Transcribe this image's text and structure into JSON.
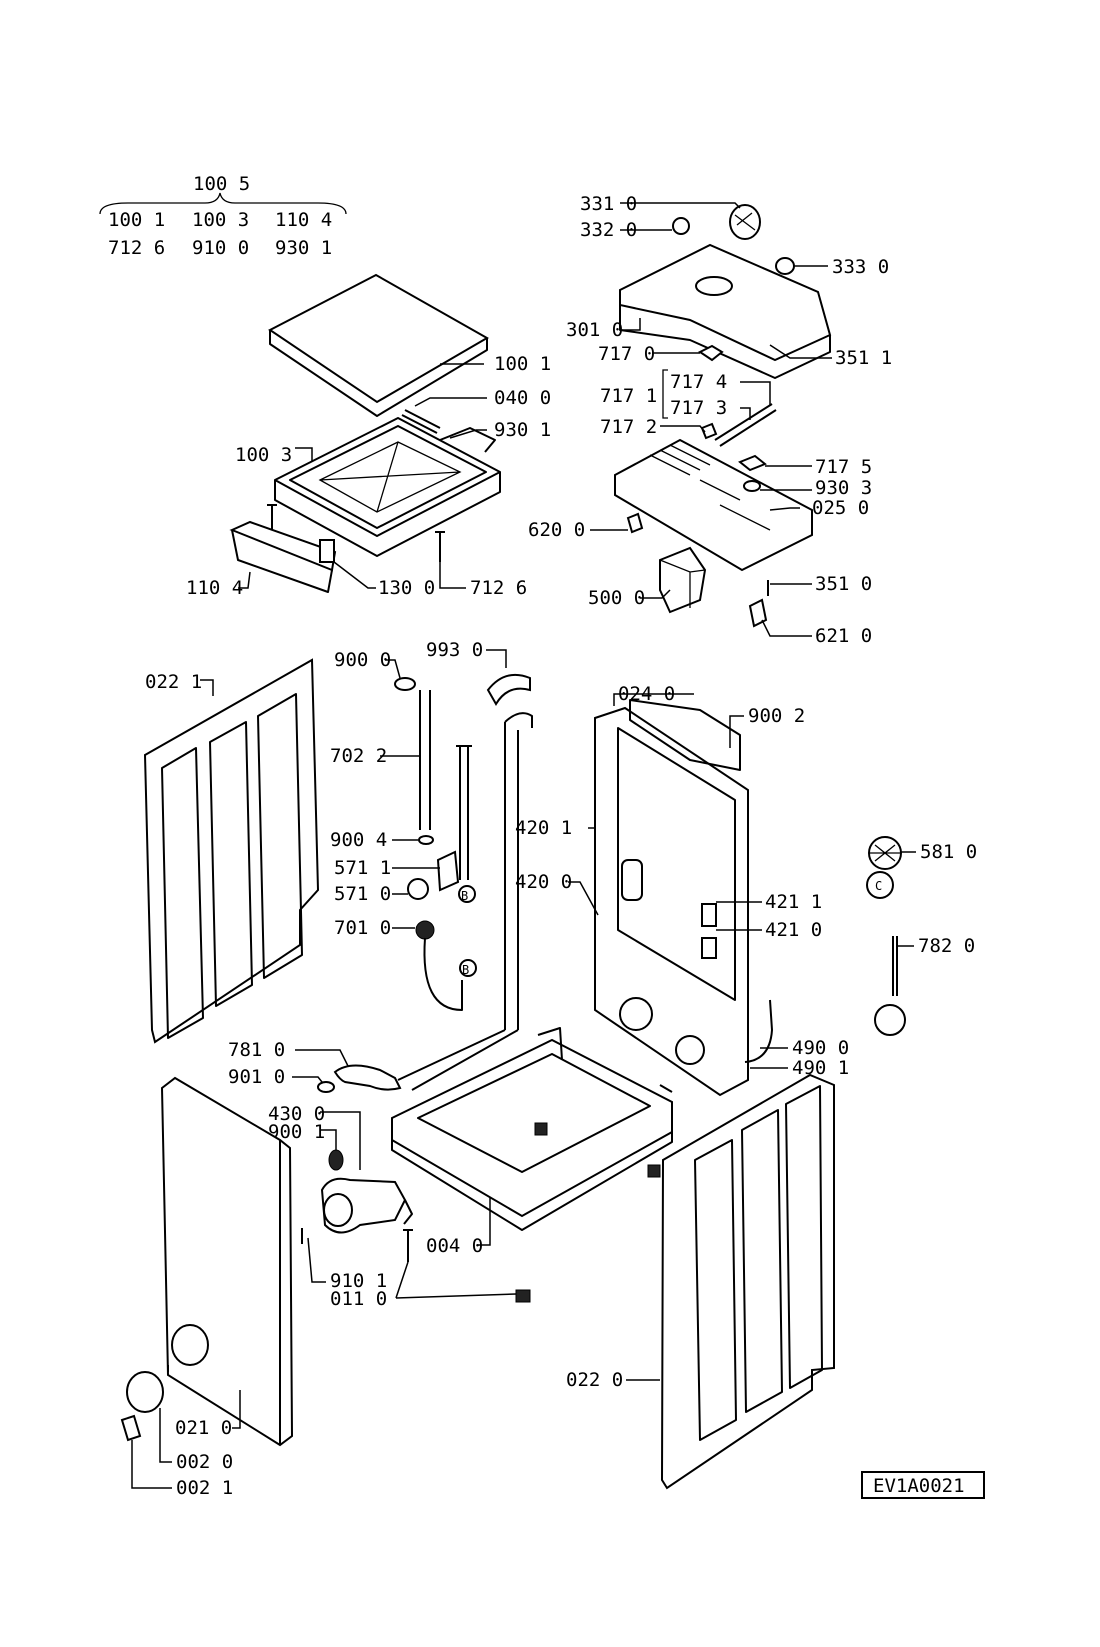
{
  "header_group": {
    "top": "100 5",
    "row1": [
      "100 1",
      "100 3",
      "110 4"
    ],
    "row2": [
      "712 6",
      "910 0",
      "930 1"
    ]
  },
  "labels": {
    "p331_0": "331 0",
    "p332_0": "332 0",
    "p333_0": "333 0",
    "p301_0": "301 0",
    "p351_1": "351 1",
    "p717_0": "717 0",
    "p717_1": "717 1",
    "p717_4": "717 4",
    "p717_3": "717 3",
    "p717_2": "717 2",
    "p717_5": "717 5",
    "p930_3": "930 3",
    "p025_0": "025 0",
    "p620_0": "620 0",
    "p500_0": "500 0",
    "p351_0": "351 0",
    "p621_0": "621 0",
    "p100_1": "100 1",
    "p040_0": "040 0",
    "p930_1": "930 1",
    "p100_3": "100 3",
    "p110_4": "110 4",
    "p130_0": "130 0",
    "p712_6": "712 6",
    "p022_1": "022 1",
    "p900_0": "900 0",
    "p993_0": "993 0",
    "p702_2": "702 2",
    "p900_4": "900 4",
    "p571_1": "571 1",
    "p571_0": "571 0",
    "p701_0": "701 0",
    "p420_1": "420 1",
    "p420_0": "420 0",
    "p024_0": "024 0",
    "p900_2": "900 2",
    "p581_0": "581 0",
    "p421_1": "421 1",
    "p421_0": "421 0",
    "p782_0": "782 0",
    "p490_0": "490 0",
    "p490_1": "490 1",
    "p781_0": "781 0",
    "p901_0": "901 0",
    "p430_0": "430 0",
    "p900_1": "900 1",
    "p910_1": "910 1",
    "p011_0": "011 0",
    "p004_0": "004 0",
    "p021_0": "021 0",
    "p002_0": "002 0",
    "p002_1": "002 1",
    "p022_0": "022 0"
  },
  "markers": {
    "b": "B",
    "c": "C"
  },
  "drawing_code": "EV1A0021"
}
